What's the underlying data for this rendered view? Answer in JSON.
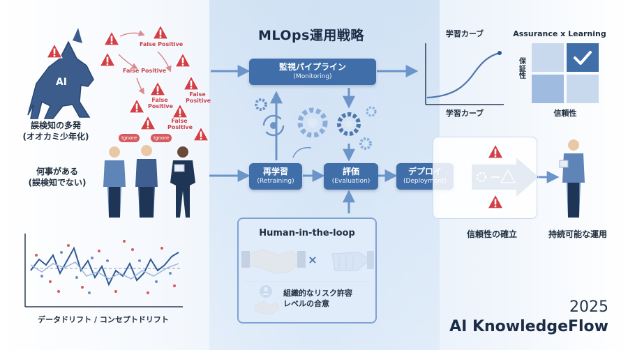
{
  "title": "MLOps運用戦略",
  "left": {
    "wolf_label": "AI",
    "false_alarm_caption_1": "誤検知の多発",
    "false_alarm_caption_2": "(オオカミ少年化)",
    "false_positive_1": "False Positive",
    "false_positive_2": "False Positive",
    "false_positive_3": "False Positive",
    "false_positive_4": "False Positive",
    "false_positive_5": "False Positive",
    "ignore_1": "Ignore",
    "ignore_2": "Ignore",
    "real_caption_1": "何事がある",
    "real_caption_2": "(誤検知でない)",
    "drift_caption": "データドリフト / コンセプトドリフト"
  },
  "pipeline": {
    "monitoring_main": "監視パイプライン",
    "monitoring_sub": "(Monitoring)",
    "retraining_main": "再学習",
    "retraining_sub": "(Retraining)",
    "evaluation_main": "評価",
    "evaluation_sub": "(Evaluation)",
    "deployment_main": "デプロイ",
    "deployment_sub": "(Deployment)"
  },
  "hitl": {
    "title": "Human-in-the-loop",
    "times": "×",
    "agreement_1": "組織的なリスク許容",
    "agreement_2": "レベルの合意"
  },
  "right": {
    "learning_curve_title": "学習カーブ",
    "learning_curve_xlabel": "学習カーブ",
    "matrix_title": "Assurance x Learning",
    "matrix_ylabel": "保証性",
    "matrix_xlabel": "信頼性",
    "trust_caption": "信頼性の確立",
    "sustain_caption": "持続可能な運用"
  },
  "brand": {
    "year": "2025",
    "name": "AI KnowledgeFlow"
  },
  "colors": {
    "node_blue": "#3f6ea8",
    "warning_red": "#d23f46",
    "navy": "#1c2c46"
  },
  "icons": [
    "warning-icon",
    "wolf-icon",
    "gear-icon",
    "handshake-icon",
    "robot-hand-icon",
    "person-icon",
    "check-icon"
  ]
}
